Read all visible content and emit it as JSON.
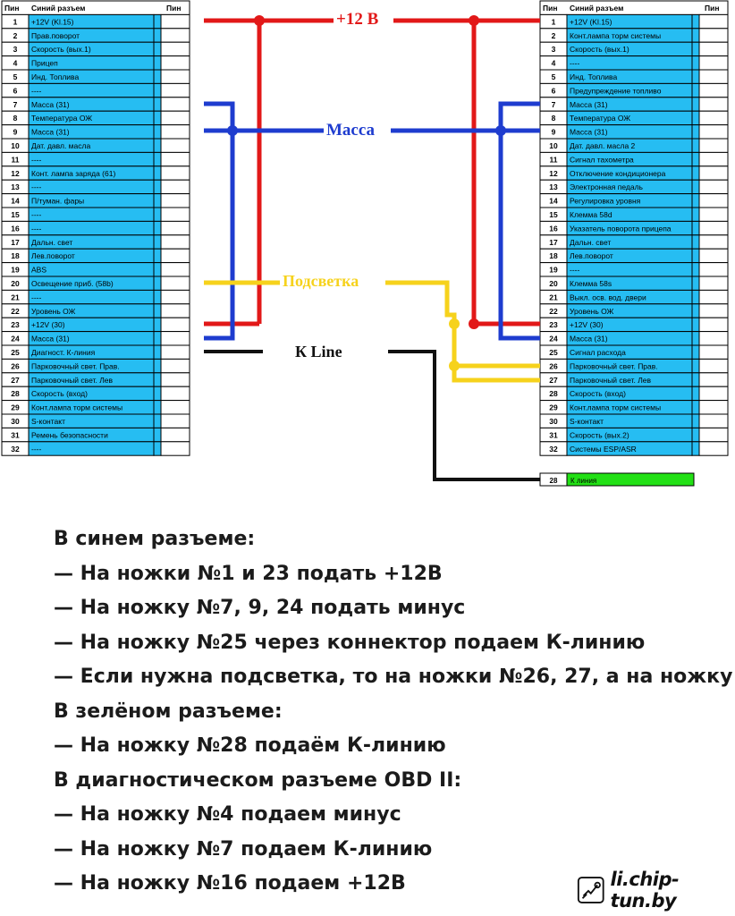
{
  "blue_connector": {
    "header": {
      "pin": "Пин",
      "name": "Синий разъем",
      "pin2": "Пин"
    },
    "rows": [
      {
        "pin": "1",
        "name": "+12V (Kl.15)"
      },
      {
        "pin": "2",
        "name": "Прав.поворот"
      },
      {
        "pin": "3",
        "name": "Скорость (вых.1)"
      },
      {
        "pin": "4",
        "name": "Прицеп"
      },
      {
        "pin": "5",
        "name": "Инд. Топлива"
      },
      {
        "pin": "6",
        "name": "----"
      },
      {
        "pin": "7",
        "name": "Масса (31)"
      },
      {
        "pin": "8",
        "name": "Температура ОЖ"
      },
      {
        "pin": "9",
        "name": "Масса (31)"
      },
      {
        "pin": "10",
        "name": "Дат. давл. масла"
      },
      {
        "pin": "11",
        "name": "----"
      },
      {
        "pin": "12",
        "name": "Конт. лампа заряда (61)"
      },
      {
        "pin": "13",
        "name": "----"
      },
      {
        "pin": "14",
        "name": "П/туман. фары"
      },
      {
        "pin": "15",
        "name": "----"
      },
      {
        "pin": "16",
        "name": "----"
      },
      {
        "pin": "17",
        "name": "Дальн. свет"
      },
      {
        "pin": "18",
        "name": "Лев.поворот"
      },
      {
        "pin": "19",
        "name": "ABS"
      },
      {
        "pin": "20",
        "name": "Освещение приб. (58b)"
      },
      {
        "pin": "21",
        "name": "----"
      },
      {
        "pin": "22",
        "name": "Уровень ОЖ"
      },
      {
        "pin": "23",
        "name": "+12V (30)"
      },
      {
        "pin": "24",
        "name": "Масса (31)"
      },
      {
        "pin": "25",
        "name": "Диагност. К-линия"
      },
      {
        "pin": "26",
        "name": "Парковочный свет. Прав."
      },
      {
        "pin": "27",
        "name": "Парковочный свет. Лев"
      },
      {
        "pin": "28",
        "name": "Скорость (вход)"
      },
      {
        "pin": "29",
        "name": "Конт.лампа торм системы"
      },
      {
        "pin": "30",
        "name": "S-контакт"
      },
      {
        "pin": "31",
        "name": "Ремень безопасности"
      },
      {
        "pin": "32",
        "name": "----"
      }
    ]
  },
  "right_connector": {
    "header": {
      "pin": "Пин",
      "name": "Синий разъем",
      "pin2": "Пин"
    },
    "rows": [
      {
        "pin": "1",
        "name": "+12V (Kl.15)"
      },
      {
        "pin": "2",
        "name": "Конт.лампа торм системы"
      },
      {
        "pin": "3",
        "name": "Скорость (вых.1)"
      },
      {
        "pin": "4",
        "name": "----"
      },
      {
        "pin": "5",
        "name": "Инд. Топлива"
      },
      {
        "pin": "6",
        "name": "Предупреждение топливо"
      },
      {
        "pin": "7",
        "name": "Масса (31)"
      },
      {
        "pin": "8",
        "name": "Температура ОЖ"
      },
      {
        "pin": "9",
        "name": "Масса (31)"
      },
      {
        "pin": "10",
        "name": "Дат. давл. масла 2"
      },
      {
        "pin": "11",
        "name": "Сигнал тахометра"
      },
      {
        "pin": "12",
        "name": "Отключение кондиционера"
      },
      {
        "pin": "13",
        "name": "Электронная педаль"
      },
      {
        "pin": "14",
        "name": "Регулировка уровня"
      },
      {
        "pin": "15",
        "name": "Клемма 58d"
      },
      {
        "pin": "16",
        "name": "Указатель поворота прицепа"
      },
      {
        "pin": "17",
        "name": "Дальн. свет"
      },
      {
        "pin": "18",
        "name": "Лев.поворот"
      },
      {
        "pin": "19",
        "name": "----"
      },
      {
        "pin": "20",
        "name": "Клемма 58s"
      },
      {
        "pin": "21",
        "name": "Выкл. осв. вод. двери"
      },
      {
        "pin": "22",
        "name": "Уровень ОЖ"
      },
      {
        "pin": "23",
        "name": "+12V (30)"
      },
      {
        "pin": "24",
        "name": "Масса (31)"
      },
      {
        "pin": "25",
        "name": "Сигнал расхода"
      },
      {
        "pin": "26",
        "name": "Парковочный свет. Прав."
      },
      {
        "pin": "27",
        "name": "Парковочный свет. Лев"
      },
      {
        "pin": "28",
        "name": "Скорость (вход)"
      },
      {
        "pin": "29",
        "name": "Конт.лампа торм системы"
      },
      {
        "pin": "30",
        "name": "S-контакт"
      },
      {
        "pin": "31",
        "name": "Скорость (вых.2)"
      },
      {
        "pin": "32",
        "name": "Системы ESP/ASR"
      }
    ]
  },
  "green_connector": {
    "pin": "28",
    "name": "К линия"
  },
  "wires": {
    "plus12v": "+12 В",
    "ground": "Масса",
    "backlight": "Подсветка",
    "kline": "К Line"
  },
  "colors": {
    "table_fill": "#26bdf2",
    "green_fill": "#22e015",
    "wire_red": "#e21818",
    "wire_blue": "#1e3ccf",
    "wire_yellow": "#f6d21c",
    "wire_black": "#111111"
  },
  "instructions": [
    "В синем разъеме:",
    "— На ножки №1 и 23 подать +12В",
    "— На ножку №7, 9, 24 подать минус",
    "— На ножку №25 через коннектор подаем К-линию",
    "— Если нужна подсветка, то на ножки №26, 27, а на ножку",
    "В зелёном разъеме:",
    "— На ножку №28 подаём К-линию",
    "В диагностическом разъеме OBD II:",
    "— На ножку №4 подаем минус",
    "— На ножку №7 подаем К-линию",
    "— На ножку №16 подаем +12В"
  ],
  "logo": {
    "text": "li.chip-tun.by",
    "icon": "car-wrench-icon"
  }
}
